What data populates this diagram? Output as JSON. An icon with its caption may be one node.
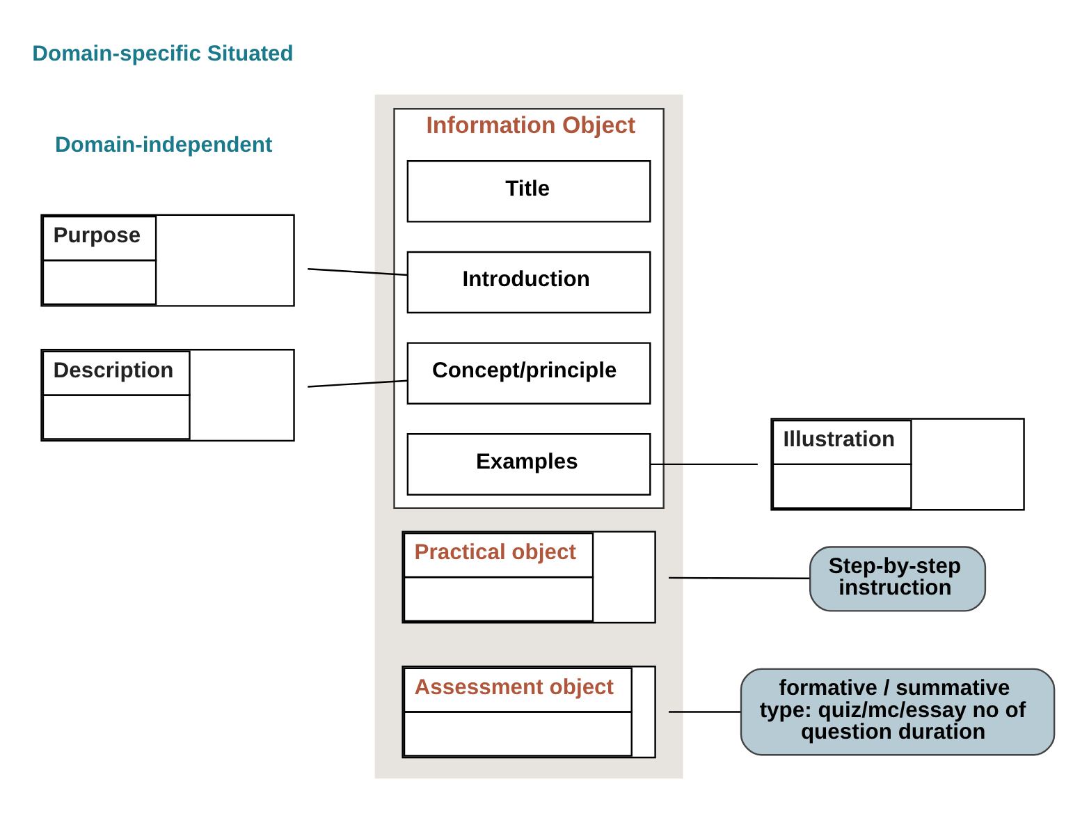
{
  "diagram": {
    "nodes": [
      {
        "text": [],
        "shape": "box"
      },
      {
        "text": [
          "Information Object"
        ],
        "in": 0
      },
      {
        "text": [
          "Title"
        ],
        "in": 1
      },
      {
        "text": [
          "Introduction"
        ],
        "in": 1
      },
      {
        "text": [
          "Concept/principle"
        ],
        "in": 1
      },
      {
        "text": [
          "Examples"
        ],
        "in": 1
      },
      {
        "text": [
          "Practical object"
        ],
        "in": 0
      },
      {
        "text": [
          "Assessment object"
        ],
        "in": 0
      },
      {
        "text": [
          "Purpose"
        ]
      },
      {
        "text": [
          "Description"
        ]
      },
      {
        "text": [
          "Illustration"
        ]
      },
      {
        "text": [
          "Step-by-step instruction"
        ]
      },
      {
        "text": [
          "formative / summative type: quiz/mc/essay no of question duration"
        ]
      }
    ],
    "edges": [
      {
        "from": 8,
        "to": 3,
        "arrow": "none"
      },
      {
        "from": 9,
        "to": 4,
        "arrow": "none"
      },
      {
        "from": 5,
        "to": 10,
        "arrow": "none"
      },
      {
        "from": 6,
        "to": 11,
        "arrow": "none"
      },
      {
        "from": 7,
        "to": 12,
        "arrow": "none"
      }
    ],
    "labels": [
      "Domain-independent",
      "Domain-specific Situated"
    ]
  }
}
